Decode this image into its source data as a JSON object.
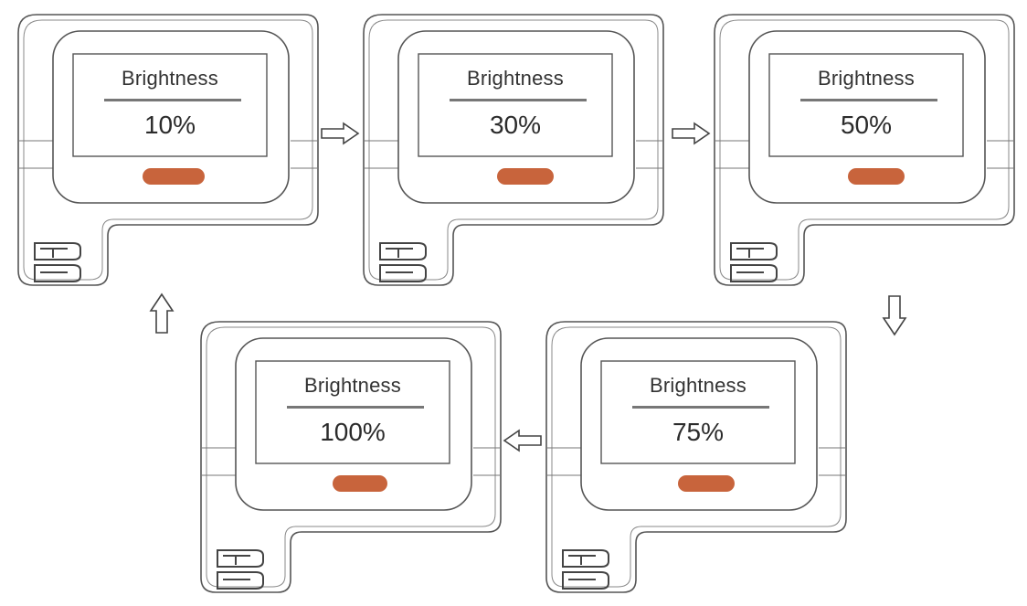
{
  "screens": [
    {
      "label": "Brightness",
      "value": "10%"
    },
    {
      "label": "Brightness",
      "value": "30%"
    },
    {
      "label": "Brightness",
      "value": "50%"
    },
    {
      "label": "Brightness",
      "value": "75%"
    },
    {
      "label": "Brightness",
      "value": "100%"
    }
  ],
  "colors": {
    "outline": "#555555",
    "button": "#c8643c",
    "text": "#333333"
  },
  "arrows": [
    {
      "from": "screen-1",
      "to": "screen-2",
      "direction": "right"
    },
    {
      "from": "screen-2",
      "to": "screen-3",
      "direction": "right"
    },
    {
      "from": "screen-3",
      "to": "screen-4",
      "direction": "down"
    },
    {
      "from": "screen-4",
      "to": "screen-5",
      "direction": "left"
    },
    {
      "from": "screen-5",
      "to": "screen-1",
      "direction": "up"
    }
  ]
}
